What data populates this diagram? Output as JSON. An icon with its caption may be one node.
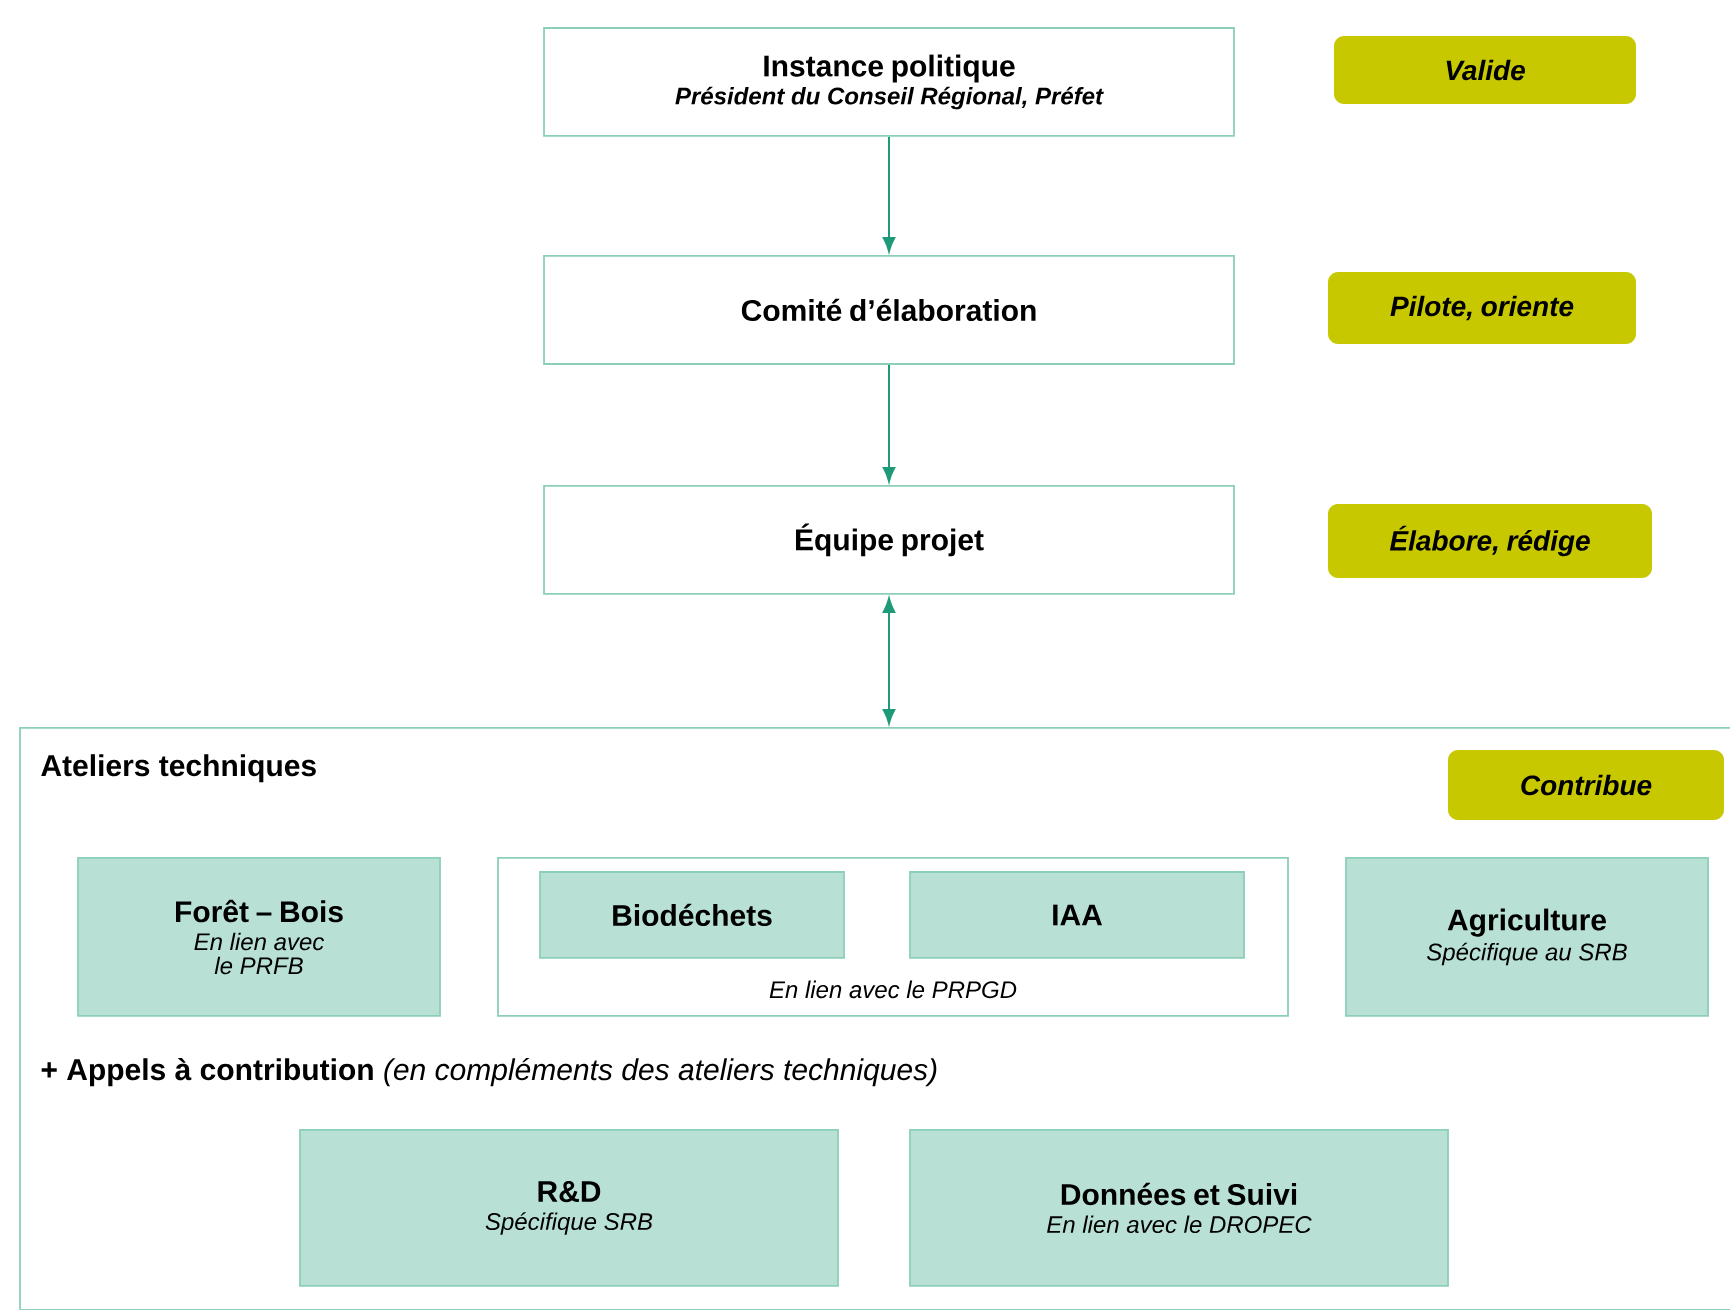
{
  "diagram": {
    "nodes": [
      {
        "text": [
          "Instance politique",
          "Président du Conseil Régional, Préfet"
        ]
      },
      {
        "text": [
          "Valide"
        ]
      },
      {
        "text": [
          "Comité d’élaboration"
        ]
      },
      {
        "text": [
          "Pilote, oriente"
        ]
      },
      {
        "text": [
          "Équipe projet"
        ]
      },
      {
        "text": [
          "Élabore, rédige"
        ]
      },
      {
        "text": [
          "Ateliers techniques"
        ]
      },
      {
        "text": [
          "Contribue"
        ],
        "in": 6
      },
      {
        "text": [
          "Forêt – Bois",
          "En lien avec le PRFB"
        ],
        "in": 6
      },
      {
        "text": [
          "En lien avec le PRPGD"
        ],
        "in": 6
      },
      {
        "text": [
          "Biodéchets"
        ],
        "in": 9
      },
      {
        "text": [
          "IAA"
        ],
        "in": 9
      },
      {
        "text": [
          "Agriculture",
          "Spécifique au SRB"
        ],
        "in": 6
      },
      {
        "text": [
          "R&D",
          "Spécifique SRB"
        ],
        "in": 6
      },
      {
        "text": [
          "Données et Suivi",
          "En lien avec le DROPEC"
        ],
        "in": 6
      }
    ],
    "edges": [
      {
        "from": 0,
        "to": 2,
        "arrow": "to"
      },
      {
        "from": 2,
        "to": 4,
        "arrow": "to"
      },
      {
        "from": 4,
        "to": 6,
        "arrow": "both"
      }
    ],
    "labels": [
      "**+ Appels à contribution** *(en compléments des ateliers techniques)*"
    ]
  }
}
